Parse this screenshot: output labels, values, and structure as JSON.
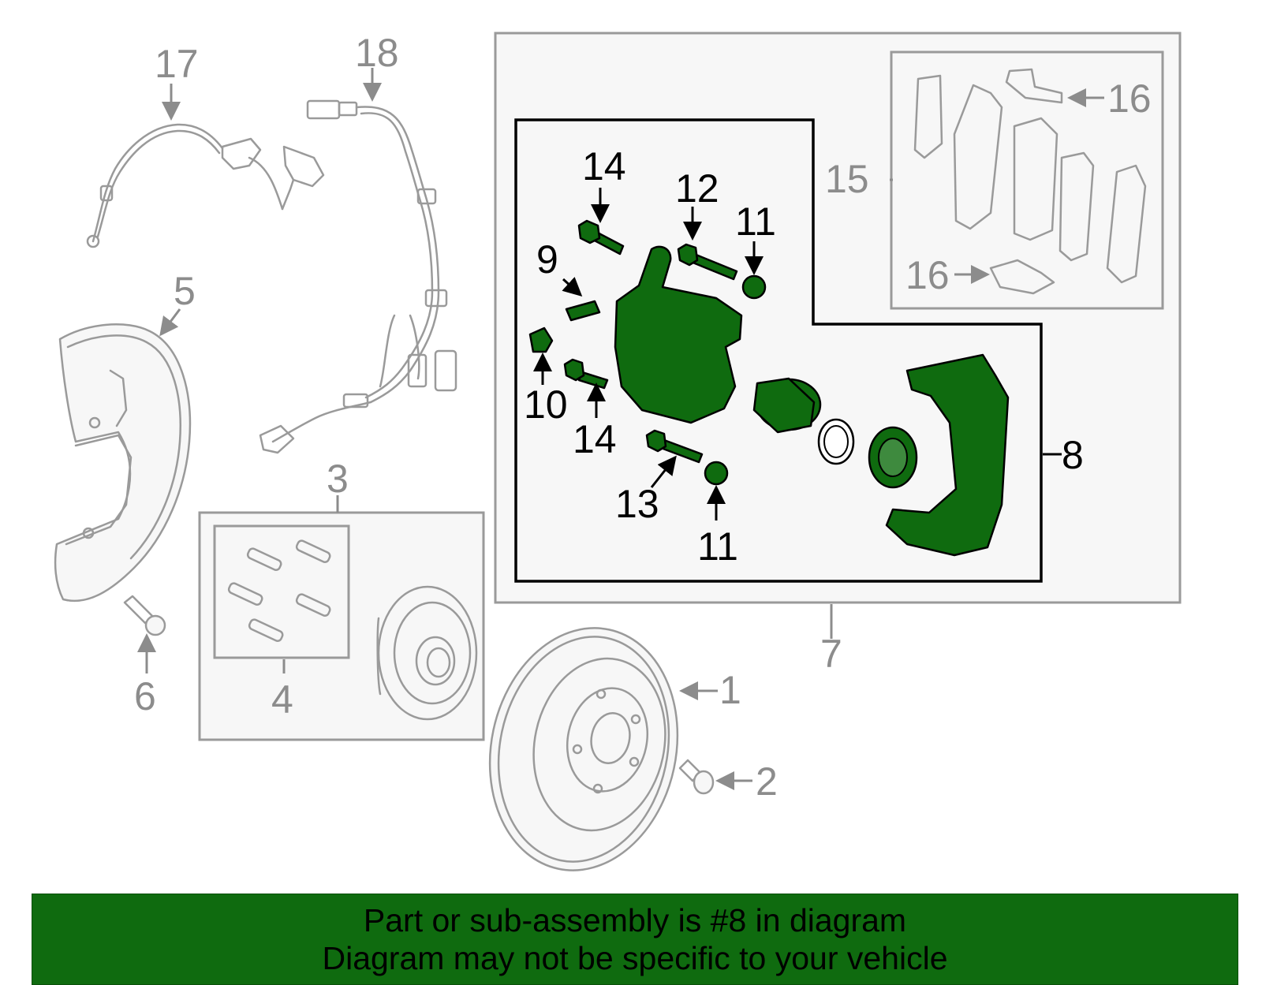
{
  "callouts": {
    "c1": "1",
    "c2": "2",
    "c3": "3",
    "c4": "4",
    "c5": "5",
    "c6": "6",
    "c7": "7",
    "c8": "8",
    "c9": "9",
    "c10": "10",
    "c11a": "11",
    "c11b": "11",
    "c12": "12",
    "c13": "13",
    "c14a": "14",
    "c14b": "14",
    "c15": "15",
    "c16a": "16",
    "c16b": "16",
    "c17": "17",
    "c18": "18"
  },
  "highlight": {
    "part_number": "8",
    "color": "#0f6b0f"
  },
  "banner": {
    "line1": "Part or sub-assembly is #8 in diagram",
    "line2": "Diagram may not be specific to your vehicle"
  }
}
